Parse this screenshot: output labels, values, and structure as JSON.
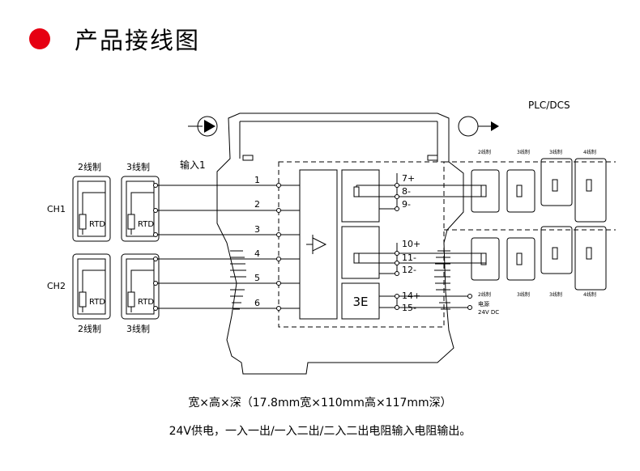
{
  "header": {
    "title": "产品接线图",
    "accent_color": "#e60012"
  },
  "diagram": {
    "plc_label": "PLC/DCS",
    "input_label": "输入1",
    "ch1_label": "CH1",
    "ch2_label": "CH2",
    "wire2_label": "2线制",
    "wire3_label": "3线制",
    "rtd_label": "RTD",
    "terminals_left": [
      "1",
      "2",
      "3",
      "4",
      "5",
      "6"
    ],
    "terminals_right": [
      "7+",
      "8-",
      "9-",
      "10+",
      "11-",
      "12-",
      "14+",
      "15-"
    ],
    "out_wire2": "2线制",
    "out_wire3": "3线制",
    "out_wire4": "4线制",
    "power_label": "电源",
    "power_spec": "24V DC",
    "isolator_symbol": "3E"
  },
  "footer": {
    "dimensions": "宽×高×深（17.8mm宽×110mm高×117mm深）",
    "description": "24V供电，一入一出/一入二出/二入二出电阻输入电阻输出。"
  }
}
